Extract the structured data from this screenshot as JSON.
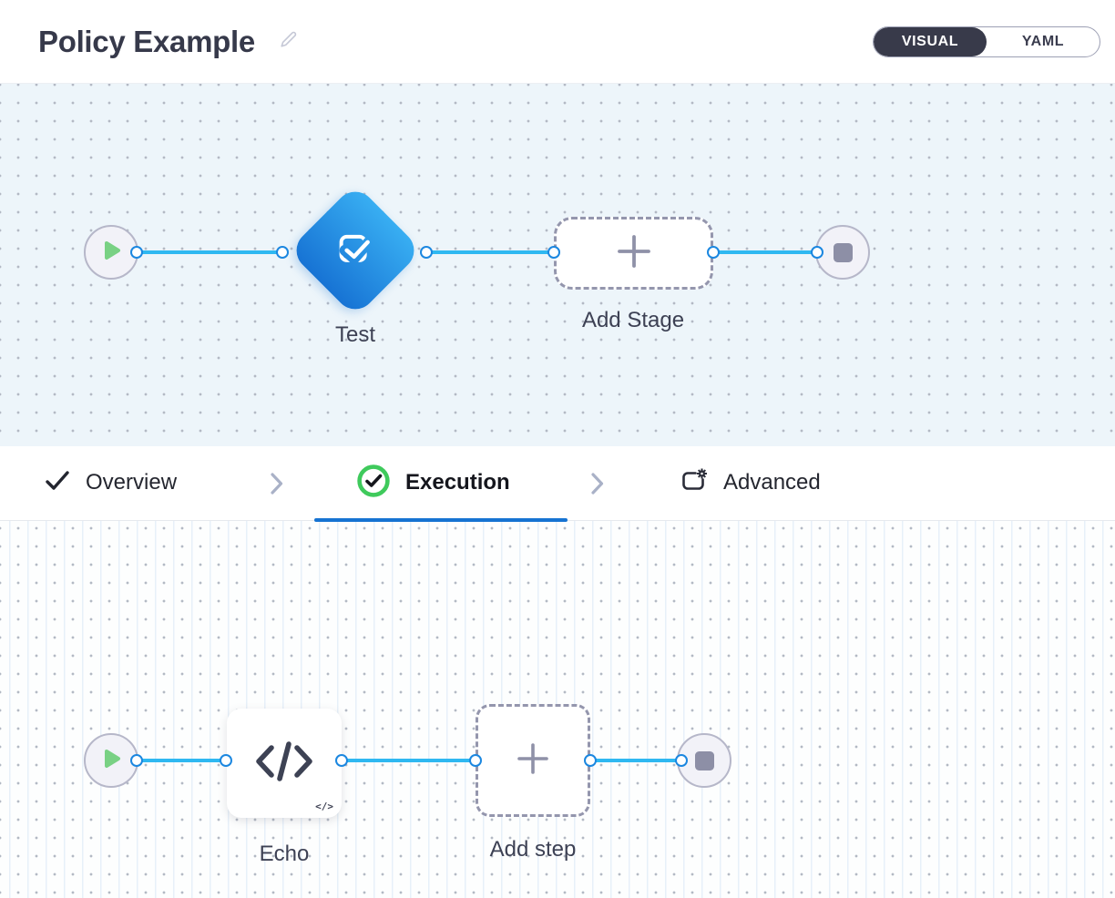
{
  "header": {
    "title": "Policy Example",
    "edit_icon": "pencil-icon",
    "view_toggle": {
      "visual_label": "VISUAL",
      "yaml_label": "YAML",
      "selected": "VISUAL"
    }
  },
  "stage_pipeline": {
    "start_node": "play-icon",
    "stage": {
      "name": "Test",
      "icon": "checked-box-icon",
      "shape": "diamond"
    },
    "add_stage": {
      "label": "Add Stage",
      "icon": "plus-icon"
    },
    "end_node": "stop-icon"
  },
  "tabs": {
    "items": [
      {
        "label": "Overview",
        "state": "completed",
        "icon": "check-icon"
      },
      {
        "label": "Execution",
        "state": "active",
        "icon": "check-circle-icon"
      },
      {
        "label": "Advanced",
        "state": "default",
        "icon": "advanced-settings-icon"
      }
    ]
  },
  "step_pipeline": {
    "start_node": "play-icon",
    "step": {
      "name": "Echo",
      "icon": "code-icon",
      "badge": "</>"
    },
    "add_step": {
      "label": "Add step",
      "icon": "plus-icon"
    },
    "end_node": "stop-icon"
  },
  "colors": {
    "accent_blue": "#1673d2",
    "connector_blue": "#2fb8f1",
    "connector_ring": "#1b87e0",
    "diamond_gradient_top": "#38aef2",
    "diamond_gradient_bottom": "#1773d4",
    "success_green": "#3fca5c",
    "play_green": "#79d184",
    "canvas_top_bg": "#edf5fa",
    "toggle_dark": "#383a4a"
  }
}
